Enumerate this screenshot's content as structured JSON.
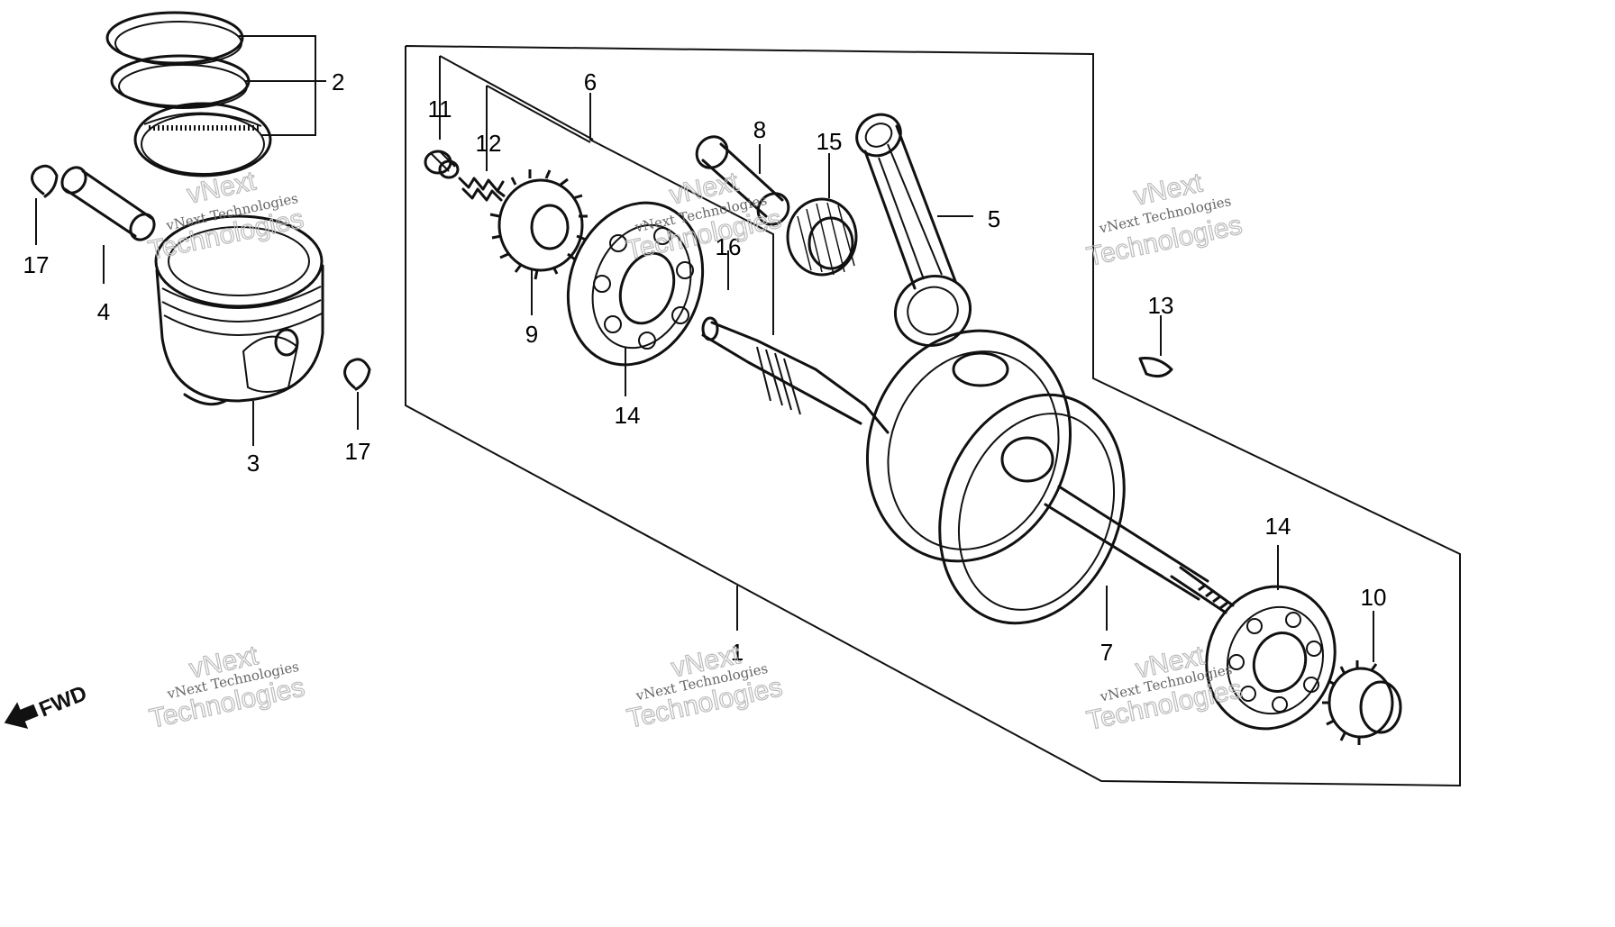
{
  "diagram": {
    "callouts": {
      "c1": "1",
      "c2": "2",
      "c3": "3",
      "c4": "4",
      "c5": "5",
      "c6": "6",
      "c7": "7",
      "c8": "8",
      "c9": "9",
      "c10": "10",
      "c11": "11",
      "c12": "12",
      "c13": "13",
      "c14a": "14",
      "c14b": "14",
      "c15": "15",
      "c16": "16",
      "c17a": "17",
      "c17b": "17"
    },
    "fwd_label": "FWD",
    "watermark": {
      "line1": "vNext Technologies",
      "line2": "Technologies",
      "line3": "vNext"
    }
  }
}
